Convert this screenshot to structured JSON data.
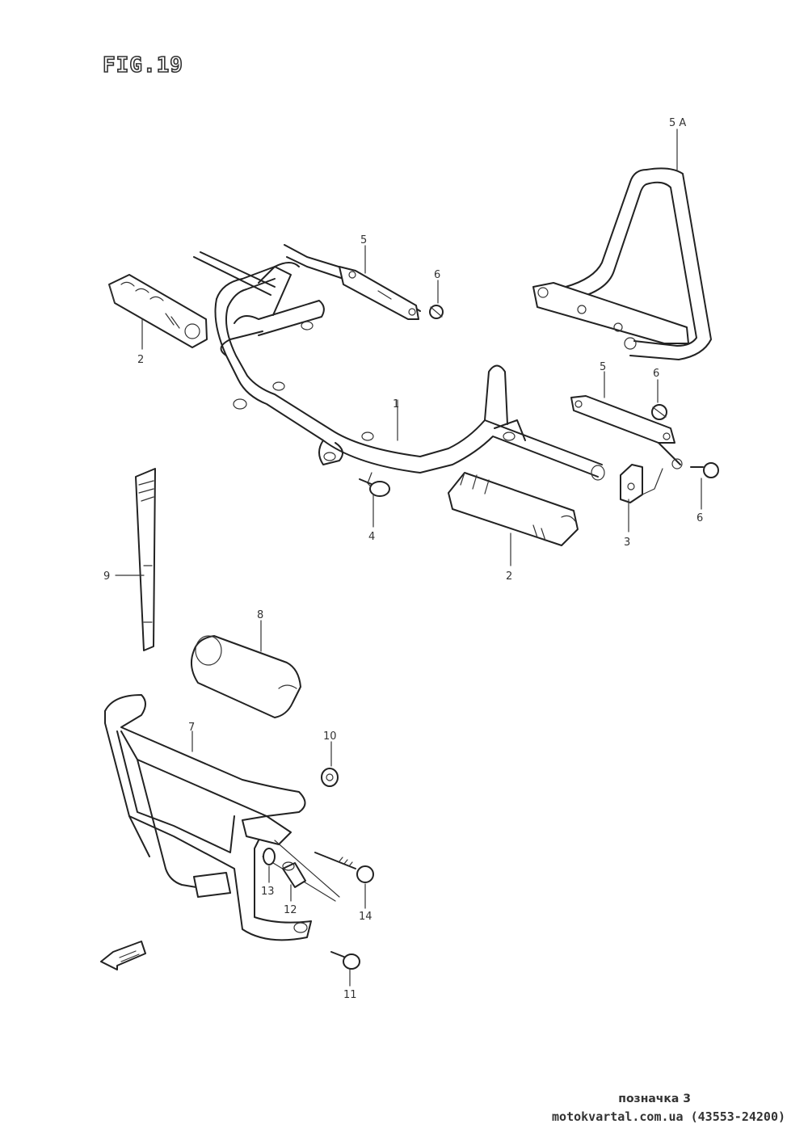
{
  "figure_title": "FIG.19",
  "callouts": [
    "1",
    "2",
    "2",
    "3",
    "4",
    "5",
    "5 A",
    "5",
    "6",
    "6",
    "6",
    "7",
    "8",
    "9",
    "10",
    "11",
    "12",
    "13",
    "14"
  ],
  "footer": {
    "label": "позначка 3",
    "source": "motokvartal.com.ua (43553-24200)"
  }
}
